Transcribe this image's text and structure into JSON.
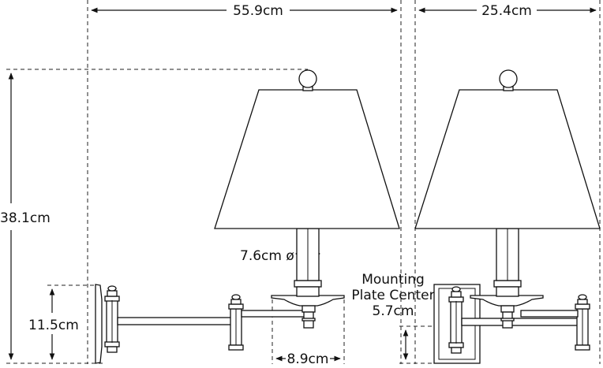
{
  "dimensions": {
    "width_total": "55.9cm",
    "depth_front": "25.4cm",
    "height": "38.1cm",
    "backplate_height": "11.5cm",
    "candle_diameter": "7.6cm ø",
    "bobeche_width": "8.9cm",
    "mounting_label_line1": "Mounting",
    "mounting_label_line2": "Plate Center",
    "mounting_value": "5.7cm"
  },
  "colors": {
    "line": "#111111",
    "background": "#ffffff"
  }
}
